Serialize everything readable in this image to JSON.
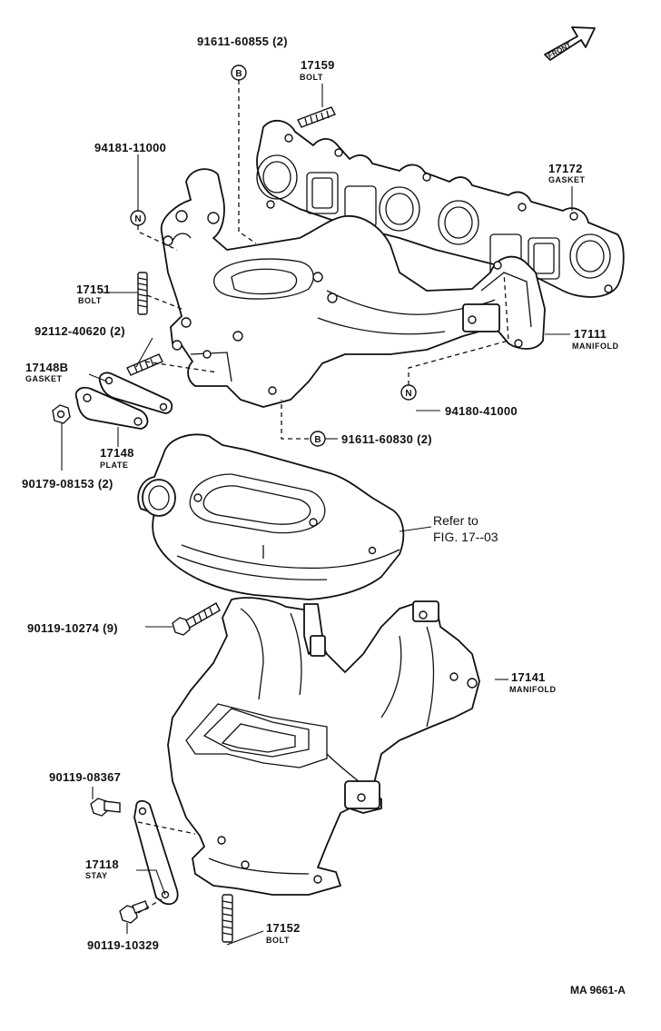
{
  "front_label": "FRONT",
  "parts": [
    {
      "id": "p1",
      "number": "91611-60855 (2)",
      "name": ""
    },
    {
      "id": "p2",
      "number": "17159",
      "name": "BOLT"
    },
    {
      "id": "p3",
      "number": "94181-11000",
      "name": ""
    },
    {
      "id": "p4",
      "number": "17172",
      "name": "GASKET"
    },
    {
      "id": "p5",
      "number": "17151",
      "name": "BOLT"
    },
    {
      "id": "p6",
      "number": "92112-40620 (2)",
      "name": ""
    },
    {
      "id": "p7",
      "number": "17111",
      "name": "MANIFOLD"
    },
    {
      "id": "p8",
      "number": "17148B",
      "name": "GASKET"
    },
    {
      "id": "p9",
      "number": "94180-41000",
      "name": ""
    },
    {
      "id": "p10",
      "number": "17148",
      "name": "PLATE"
    },
    {
      "id": "p11",
      "number": "91611-60830 (2)",
      "name": ""
    },
    {
      "id": "p12",
      "number": "90179-08153 (2)",
      "name": ""
    },
    {
      "id": "p13",
      "number": "90119-10274 (9)",
      "name": ""
    },
    {
      "id": "p14",
      "number": "17141",
      "name": "MANIFOLD"
    },
    {
      "id": "p15",
      "number": "90119-08367",
      "name": ""
    },
    {
      "id": "p16",
      "number": "17118",
      "name": "STAY"
    },
    {
      "id": "p17",
      "number": "17152",
      "name": "BOLT"
    },
    {
      "id": "p18",
      "number": "90119-10329",
      "name": ""
    }
  ],
  "note": {
    "line1": "Refer to",
    "line2": "FIG. 17--03"
  },
  "symbols": {
    "b": "B",
    "n": "N"
  },
  "figure_code": "MA 9661-A"
}
